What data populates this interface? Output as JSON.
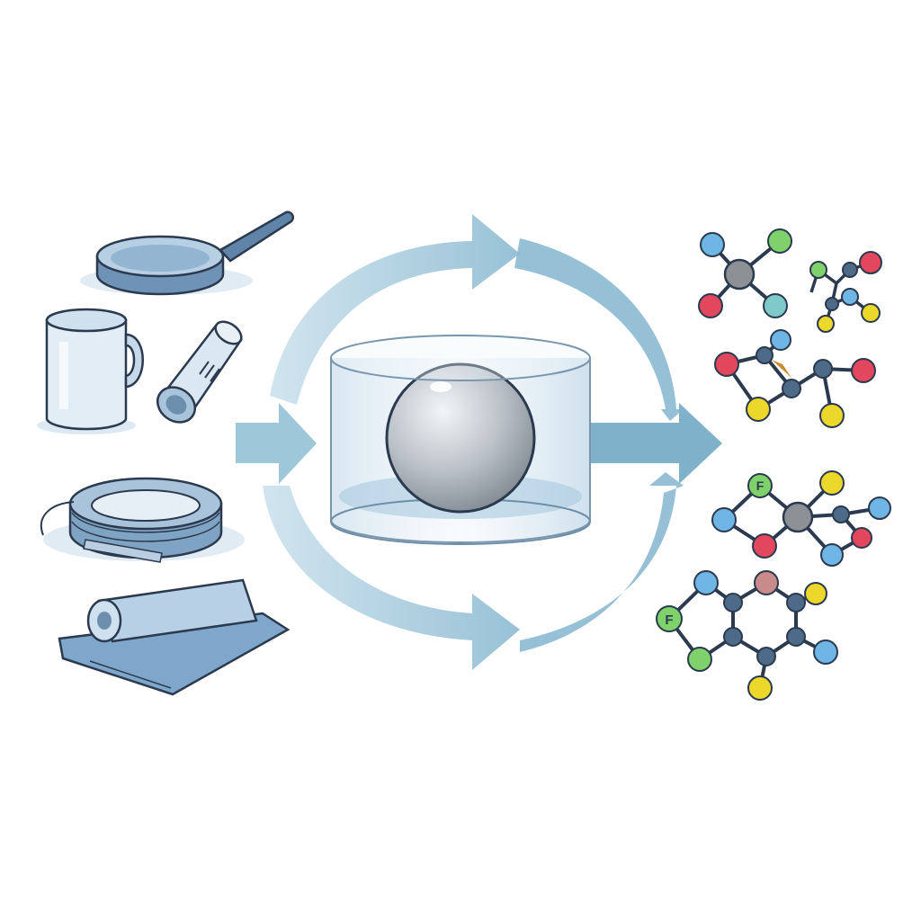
{
  "colors": {
    "arrow": "#8fbdd3",
    "arrow_light": "#c9e0ec",
    "outline": "#2b3a4e",
    "item_fill": "#b7cfe3",
    "item_fill_light": "#dce9f3",
    "item_dark": "#5f84a8",
    "sphere_light": "#e6ebef",
    "sphere_dark": "#8b949c",
    "atom_center": "#8d9196",
    "atom_node": "#4d6a88",
    "atom_red": "#e2475d",
    "atom_yellow": "#ecd72b",
    "atom_blue": "#6fb6e6",
    "atom_green": "#7fd26b",
    "atom_pink": "#c98a8a"
  },
  "left_items": [
    {
      "name": "frying-pan-icon"
    },
    {
      "name": "mug-icon"
    },
    {
      "name": "tube-roll-icon"
    },
    {
      "name": "tape-roll-icon"
    },
    {
      "name": "fabric-roll-icon"
    }
  ],
  "center": {
    "name": "vessel-with-sphere"
  },
  "molecule_labels": {
    "f1": "F",
    "f2": "F"
  }
}
